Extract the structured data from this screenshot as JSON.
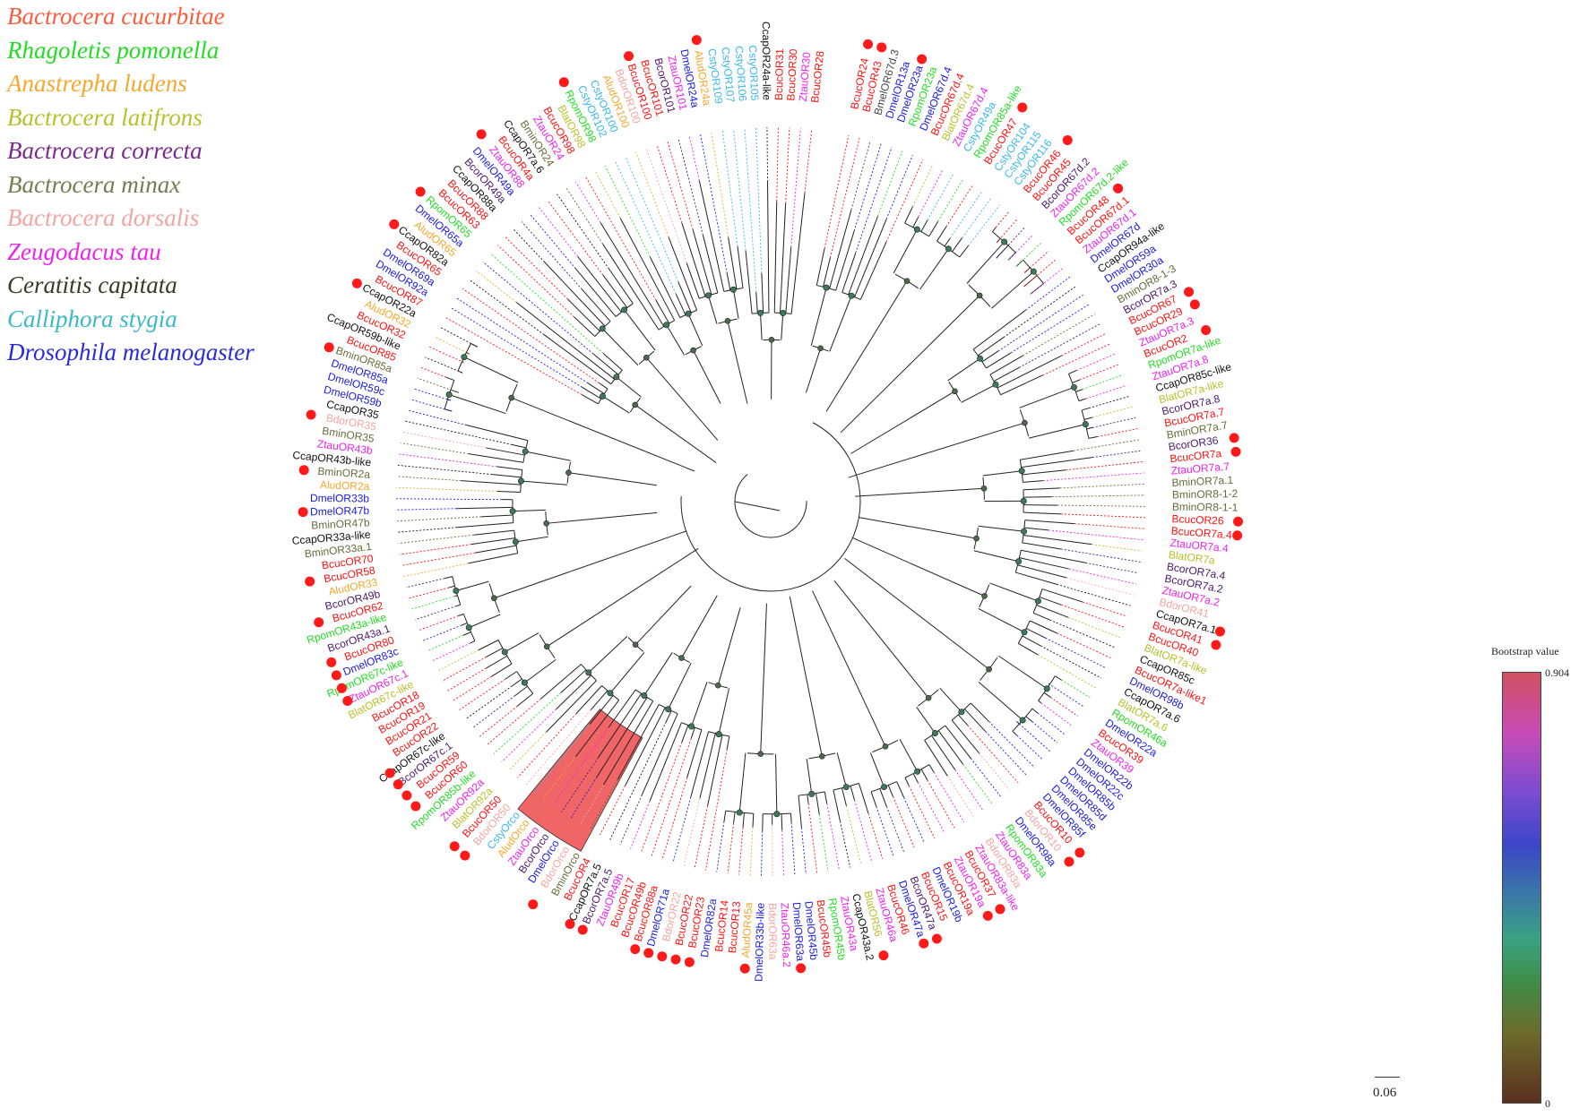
{
  "legend": [
    {
      "name": "Bactrocera cucurbitae",
      "color": "#ff5a3c"
    },
    {
      "name": "Rhagoletis pomonella",
      "color": "#22dd22"
    },
    {
      "name": "Anastrepha ludens",
      "color": "#f4a82c"
    },
    {
      "name": "Bactrocera latifrons",
      "color": "#b8c02c"
    },
    {
      "name": "Bactrocera correcta",
      "color": "#7a2a8e"
    },
    {
      "name": "Bactrocera minax",
      "color": "#7a7a52"
    },
    {
      "name": "Bactrocera dorsalis",
      "color": "#f2a6a0"
    },
    {
      "name": "Zeugodacus tau",
      "color": "#ee22ee"
    },
    {
      "name": "Ceratitis capitata",
      "color": "#3a3a22"
    },
    {
      "name": "Calliphora stygia",
      "color": "#3ab8c8"
    },
    {
      "name": "Drosophila melanogaster",
      "color": "#2a2ae0"
    }
  ],
  "tip_colors": {
    "Bcuc": "#ff1010",
    "Rpom": "#22dd22",
    "Alud": "#f4a82c",
    "Blat": "#b8c02c",
    "Bcor": "#4a1a6e",
    "Bmin": "#6a6a3a",
    "Bdor": "#f2a6a0",
    "Ztau": "#ee22ee",
    "Ccap": "#111111",
    "Csty": "#3ab8e8",
    "Dmel": "#1a1ae0"
  },
  "tips": [
    "BcucOR24",
    "BcucOR43",
    "BmelOR67d.3",
    "DmelOR13a",
    "DmelOR23a",
    "RpomOR23a",
    "DmelOR67d.4",
    "BcucOR67d.4",
    "BlatOR67d.4",
    "ZtauOR67d.4",
    "CstyOR49a",
    "RpomOR85a-like",
    "BcucOR47",
    "CstyOR104",
    "CstyOR115",
    "CstyOR116",
    "BcucOR46",
    "BcucOR45",
    "BcorOR67d.2",
    "ZtauOR67d.2",
    "RpomOR67d.2-like",
    "BcucOR48",
    "BcucOR67d.1",
    "ZtauOR67d.1",
    "DmelOR67d",
    "CcapOR94a-like",
    "DmelOR59a",
    "DmelOR30a",
    "BminOR8-1-3",
    "BcorOR7a.3",
    "BcucOR67",
    "BcucOR29",
    "ZtauOR7a.3",
    "BcucOR2",
    "RpomOR7a-like",
    "ZtauOR7a.8",
    "CcapOR85c-like",
    "BlatOR7a-like",
    "BcorOR7a.8",
    "BcucOR7a.7",
    "BminOR7a.7",
    "BcorOR36",
    "BcucOR7a",
    "ZtauOR7a.7",
    "BminOR7a.1",
    "BminOR8-1-2",
    "BminOR8-1-1",
    "BcucOR26",
    "BcucOR7a.4",
    "ZtauOR7a.4",
    "BlatOR7a",
    "BcorOR7a.4",
    "BcorOR7a.2",
    "ZtauOR7a.2",
    "BdorOR41",
    "CcapOR7a.1",
    "BcucOR41",
    "BcucOR40",
    "BlatOR7a-like",
    "CcapOR85c",
    "BcucOR7a-like1",
    "DmelOR98b",
    "CcapOR7a.6",
    "BlatOR7a.6",
    "RpomOR46a",
    "DmelOR22a",
    "BcucOR39",
    "ZtauOR39",
    "DmelOR22b",
    "DmelOR22c",
    "DmelOR85b",
    "DmelOR85d",
    "DmelOR85e",
    "DmelOR85f",
    "BcucOR10",
    "BdorOR10",
    "DmelOR98a",
    "RpomOR83a",
    "ZtauOR83a",
    "BdorOR83a",
    "ZtauOR83a-like",
    "BcucOR37",
    "ZtauOR19a",
    "BcucOR19a",
    "DmelOR19b",
    "BcucOR15",
    "BcorOR47a",
    "DmelOR47a",
    "BcucOR46",
    "ZtauOR46a",
    "BlatOR56",
    "CcapOR43a.2",
    "ZtauOR43a",
    "RpomOR45b",
    "BcucOR45b",
    "DmelOR45b",
    "DmelOR63a",
    "ZtauOR46a.2",
    "BdorOR63a",
    "DmelOR33b-like",
    "AludOR45a",
    "BcucOR13",
    "BcucOR14",
    "DmelOR82a",
    "BcucOR23",
    "BcucOR22",
    "BdorOR22",
    "DmelOR71a",
    "BcucOR88a",
    "BcucOR49b",
    "BcucOR17",
    "ZtauOR49b",
    "BcorOR7a.5",
    "CcapOR7a.5",
    "BcucOR4",
    "BminOrco",
    "BdorOrco",
    "DmelOrco",
    "BcorOrco",
    "ZtauOrco",
    "AludOrco",
    "CstyOrco",
    "BdorOR50",
    "BcucOR50",
    "BlatOR92a",
    "ZtauOR92a",
    "RpomOR85b-like",
    "BcucOR60",
    "BcucOR59",
    "BcorOR67c.1",
    "CcapOR67c-like",
    "BcucOR22",
    "BcucOR21",
    "BcucOR19",
    "BcucOR18",
    "BlatOR67c-like",
    "ZtauOR67c.1",
    "RpomOR67c-like",
    "DmelOR83c",
    "BcucOR80",
    "BcorOR43a.1",
    "RpomOR43a-like",
    "BcucOR62",
    "BcorOR49b",
    "AludOR33",
    "BcucOR58",
    "BcucOR70",
    "BminOR33a.1",
    "CcapOR33a-like",
    "BminOR47b",
    "DmelOR47b",
    "DmelOR33b",
    "AludOR2a",
    "BminOR2a",
    "CcapOR43b-like",
    "ZtauOR43b",
    "BminOR35",
    "BdorOR35",
    "CcapOR35",
    "DmelOR59b",
    "DmelOR59c",
    "DmelOR85a",
    "BminOR85a",
    "BcucOR85",
    "CcapOR59b-like",
    "BcucOR32",
    "AludOR32",
    "CcapOR22a",
    "BcucOR87",
    "DmelOR92a",
    "DmelOR69a",
    "BcucOR65",
    "CcapOR82a",
    "AludOR65",
    "DmelOR65a",
    "RpomOR65",
    "BcucOR63",
    "BcucOR88",
    "CcapOR88a",
    "BcorOR49a",
    "DmelOR49a",
    "ZtauOR88",
    "BcucOR4a",
    "CcapOR7a.6",
    "BminOR24",
    "ZtauOR24",
    "BcucOR98",
    "BlatOR98",
    "RpomOR98",
    "CstyOR102",
    "CstyOR100",
    "AludOR100",
    "BdorOR100",
    "BcucOR100",
    "BcucOR101",
    "BcorOR101",
    "ZtauOR101",
    "DmelOR24a",
    "AludOR24a",
    "CstyOR109",
    "CstyOR107",
    "CstyOR106",
    "CstyOR105",
    "CcapOR24a-like",
    "BcucOR31",
    "BcucOR30",
    "ZtauOR30",
    "BcucOR28"
  ],
  "marked_tips": [
    0,
    1,
    4,
    12,
    16,
    21,
    30,
    31,
    33,
    41,
    42,
    47,
    48,
    55,
    56,
    74,
    75,
    81,
    82,
    86,
    87,
    90,
    96,
    100,
    104,
    105,
    106,
    107,
    108,
    112,
    113,
    116,
    122,
    123,
    127,
    128,
    129,
    130,
    136,
    137,
    138,
    139,
    142,
    145,
    150,
    153,
    157,
    162,
    167,
    172,
    175,
    181,
    188,
    193,
    198
  ],
  "scale_label": "0.06",
  "colorbar": {
    "title": "Bootstrap value",
    "max": "0.904",
    "min": "0"
  }
}
